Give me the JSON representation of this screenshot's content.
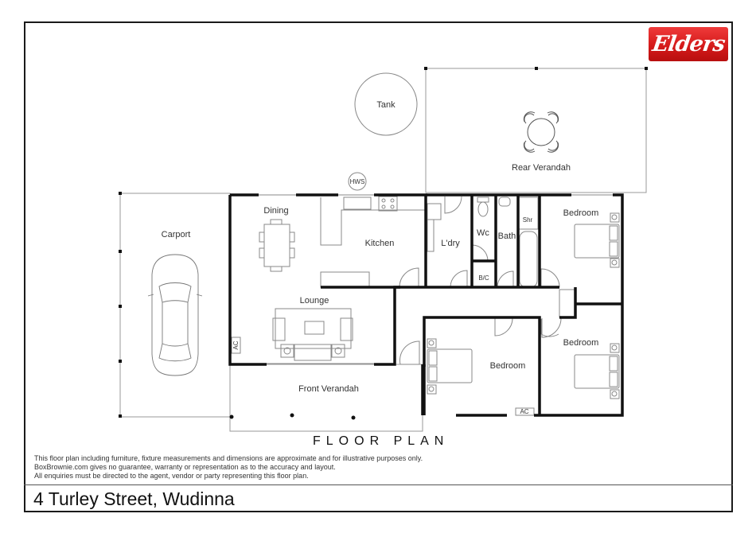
{
  "brand": {
    "logo_text": "Elders",
    "logo_color": "#d51a1a"
  },
  "plan": {
    "title": "FLOOR PLAN",
    "rooms": {
      "tank": "Tank",
      "rear_verandah": "Rear Verandah",
      "hws": "HWS",
      "carport": "Carport",
      "dining": "Dining",
      "kitchen": "Kitchen",
      "laundry": "L'dry",
      "wc": "Wc",
      "bath": "Bath",
      "shower": "Shr",
      "bc": "B/C",
      "bedroom_1": "Bedroom",
      "bedroom_2": "Bedroom",
      "bedroom_3": "Bedroom",
      "lounge": "Lounge",
      "front_verandah": "Front Verandah",
      "ac_lounge": "AC",
      "ac_bedroom": "AC"
    }
  },
  "disclaimer": {
    "line1": "This floor plan including furniture, fixture measurements and dimensions are approximate and for illustrative purposes only.",
    "line2": "BoxBrownie.com gives no guarantee, warranty or representation as to the accuracy and layout.",
    "line3": "All enquiries must be directed to the agent, vendor or party representing this floor plan."
  },
  "footer": {
    "address": "4 Turley Street, Wudinna"
  }
}
